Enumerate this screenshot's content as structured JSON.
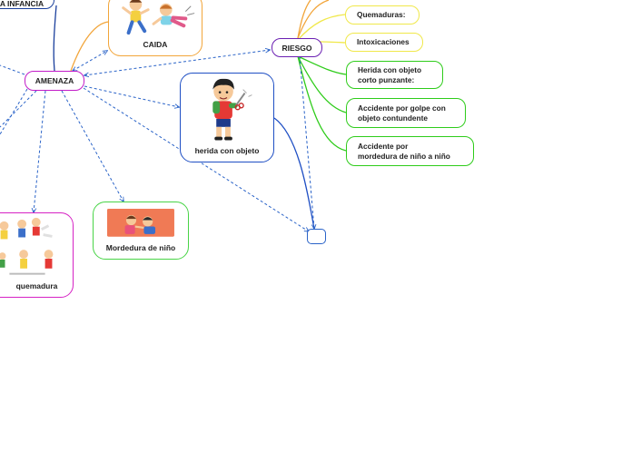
{
  "nodes": {
    "infancia": "A INFANCIA",
    "amenaza": "AMENAZA",
    "riesgo": "RIESGO",
    "caida": "CAIDA",
    "herida": "herida con objeto",
    "mordedura": "Mordedura de niño",
    "quemadura": "quemadura",
    "quemaduras": "Quemaduras:",
    "intoxicaciones": "Intoxicaciones",
    "herida_corto": "Herida con objeto\ncorto punzante:",
    "accidente_golpe": "Accidente por golpe con\nobjeto contundente",
    "accidente_mordedura": "Accidente por\nmordedura de niño a niño"
  },
  "colors": {
    "amenaza_border": "#c21cc8",
    "riesgo_border": "#6a1fb2",
    "caida_border": "#f2a53a",
    "herida_border": "#1f4fc4",
    "mordedura_border": "#48d446",
    "quemadura_border": "#d622c4",
    "yellow_border": "#f0e84a",
    "green_border": "#2ecc1a",
    "dashed_link": "#2a63c8",
    "infancia_border": "#1a3f9c",
    "empty_border": "#2a63c8"
  }
}
